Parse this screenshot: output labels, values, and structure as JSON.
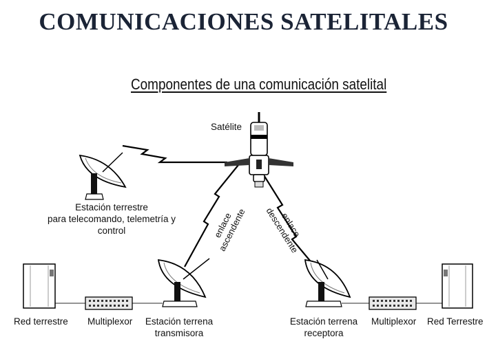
{
  "slide": {
    "title": "COMUNICACIONES SATELITALES"
  },
  "diagram": {
    "title": "Componentes de una comunicación satelital",
    "satellite_label": "Satélite",
    "control_station": {
      "line1": "Estación terrestre",
      "line2": "para telecomando, telemetría y",
      "line3": "control"
    },
    "uplink": {
      "line1": "enlace",
      "line2": "ascendente"
    },
    "downlink": {
      "line1": "enlace",
      "line2": "descendente"
    },
    "left_network": "Red terrestre",
    "left_multiplexer": "Multiplexor",
    "tx_station": {
      "line1": "Estación terrena",
      "line2": "transmisora"
    },
    "rx_station": {
      "line1": "Estación terrena",
      "line2": "receptora"
    },
    "right_multiplexer": "Multiplexor",
    "right_network": "Red Terrestre"
  }
}
